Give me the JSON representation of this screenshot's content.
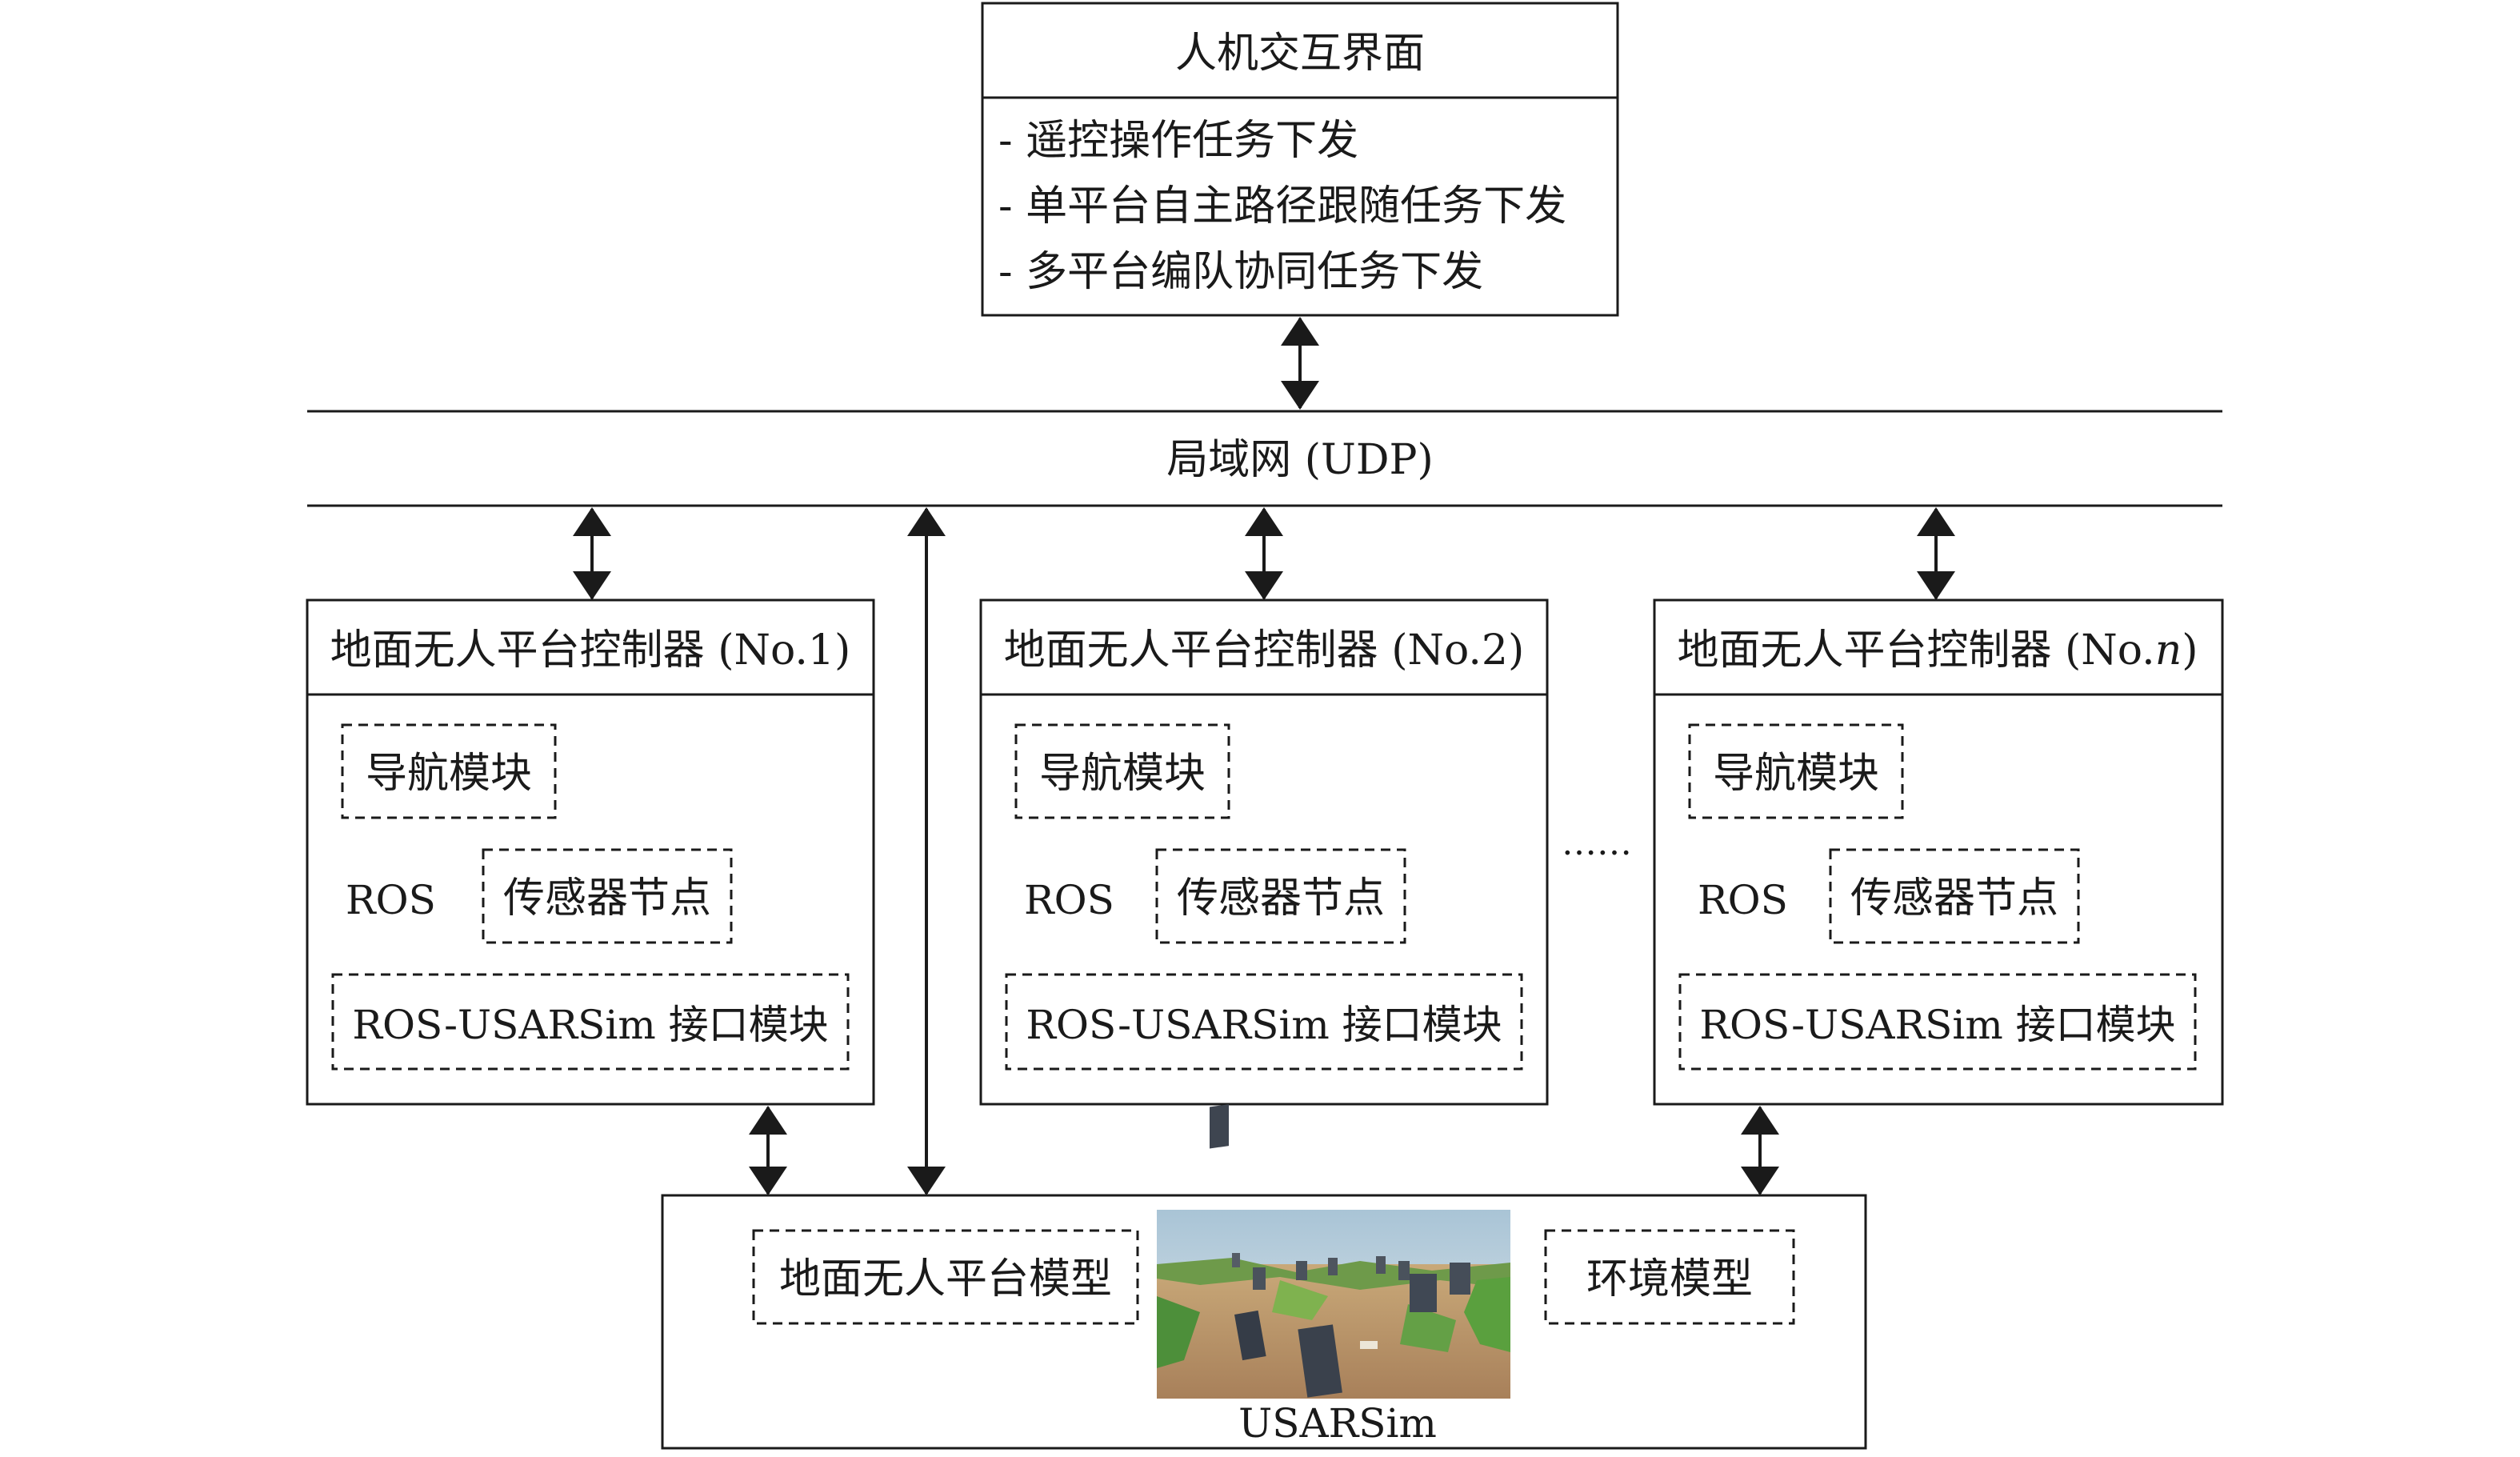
{
  "hmi": {
    "title": "人机交互界面",
    "items": [
      "- 遥控操作任务下发",
      "- 单平台自主路径跟随任务下发",
      "- 多平台编队协同任务下发"
    ]
  },
  "lan": {
    "label": "局域网 (UDP)"
  },
  "controllers": [
    {
      "title_prefix": "地面无人平台控制器 (No.",
      "title_num": "1",
      "title_suffix": ")",
      "num_italic": false,
      "nav": "导航模块",
      "ros": "ROS",
      "sensor": "传感器节点",
      "interface": "ROS-USARSim 接口模块"
    },
    {
      "title_prefix": "地面无人平台控制器 (No.",
      "title_num": "2",
      "title_suffix": ")",
      "num_italic": false,
      "nav": "导航模块",
      "ros": "ROS",
      "sensor": "传感器节点",
      "interface": "ROS-USARSim 接口模块"
    },
    {
      "title_prefix": "地面无人平台控制器 (No.",
      "title_num": "n",
      "title_suffix": ")",
      "num_italic": true,
      "nav": "导航模块",
      "ros": "ROS",
      "sensor": "传感器节点",
      "interface": "ROS-USARSim 接口模块"
    }
  ],
  "ellipsis": "……",
  "usarsim": {
    "platform_model": "地面无人平台模型",
    "env_model": "环境模型",
    "label": "USARSim"
  }
}
